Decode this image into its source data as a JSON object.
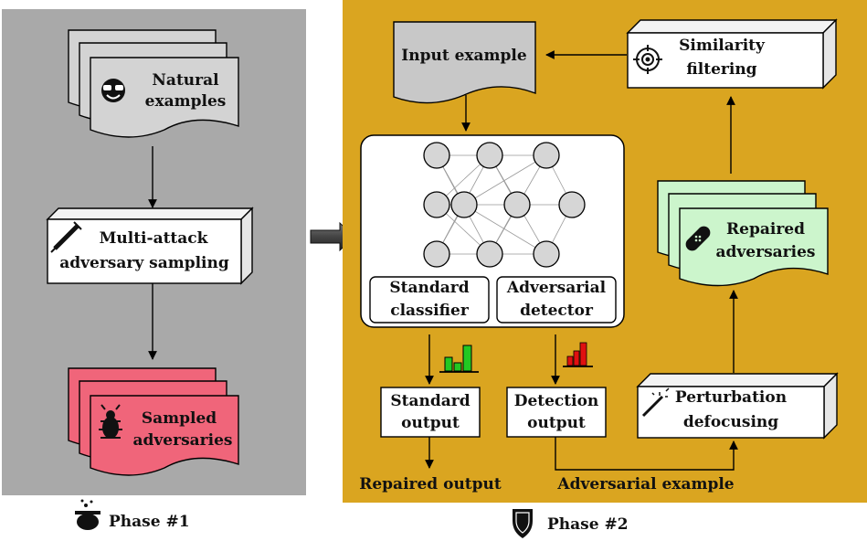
{
  "phase1": {
    "title": "Phase #1",
    "natural_examples": [
      "Natural",
      "examples"
    ],
    "sampling": [
      "Multi-attack",
      "adversary sampling"
    ],
    "sampled": [
      "Sampled",
      "adversaries"
    ]
  },
  "phase2": {
    "title": "Phase #2",
    "input_example": "Input example",
    "similarity": [
      "Similarity",
      "filtering"
    ],
    "standard_classifier": [
      "Standard",
      "classifier"
    ],
    "adversarial_detector": [
      "Adversarial",
      "detector"
    ],
    "standard_output": [
      "Standard",
      "output"
    ],
    "detection_output": [
      "Detection",
      "output"
    ],
    "perturbation": [
      "Perturbation",
      "defocusing"
    ],
    "repaired": [
      "Repaired",
      "adversaries"
    ],
    "repaired_output": "Repaired output",
    "adversarial_example": "Adversarial example"
  },
  "colors": {
    "phase1_bg": "#a9a9a9",
    "phase2_bg": "#daa520",
    "natural_fill": "#d3d3d3",
    "sampled_fill": "#f0657a",
    "repaired_fill": "#ccf5cc",
    "input_fill": "#c8c8c8",
    "neuron_fill": "#d6d6d6",
    "hist_green": "#22c822",
    "hist_red": "#e01010"
  },
  "icons": {
    "natural": "sunglasses-face-icon",
    "sampling": "syringe-icon",
    "sampled": "bug-icon",
    "phase1": "cauldron-icon",
    "phase2": "shield-icon",
    "similarity": "crosshair-icon",
    "repaired": "bandage-icon",
    "perturbation": "magic-wand-icon",
    "standard_hist": "green-histogram-icon",
    "detection_hist": "red-histogram-icon"
  }
}
